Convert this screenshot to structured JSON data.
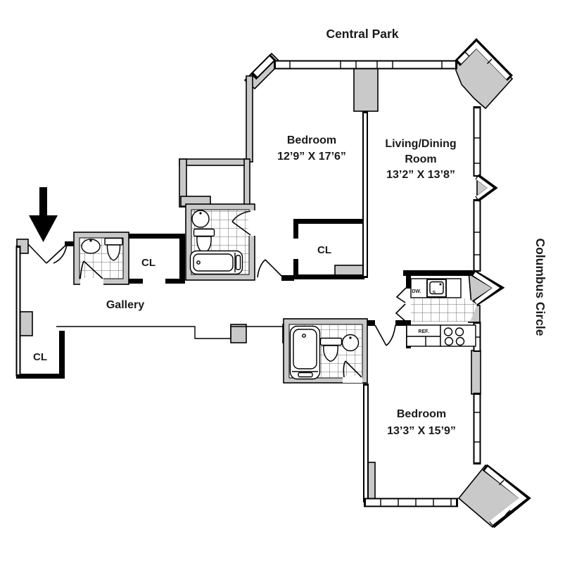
{
  "context_labels": {
    "top_street": "Central Park",
    "right_street": "Columbus Circle"
  },
  "rooms": {
    "bedroom_top": {
      "name": "Bedroom",
      "dimensions": "12’9” X 17’6”"
    },
    "living_dining": {
      "name_line1": "Living/Dining",
      "name_line2": "Room",
      "dimensions": "13’2” X 13’8”"
    },
    "bedroom_bottom": {
      "name": "Bedroom",
      "dimensions": "13’3” X 15’9”"
    },
    "gallery": {
      "name": "Gallery"
    },
    "closet_label": "CL"
  },
  "kitchen": {
    "dishwasher": "DW.",
    "sink": "S",
    "refrigerator": "REF."
  },
  "colors": {
    "wall_fill": "#c9c9c9",
    "line": "#000000",
    "background": "#ffffff"
  }
}
